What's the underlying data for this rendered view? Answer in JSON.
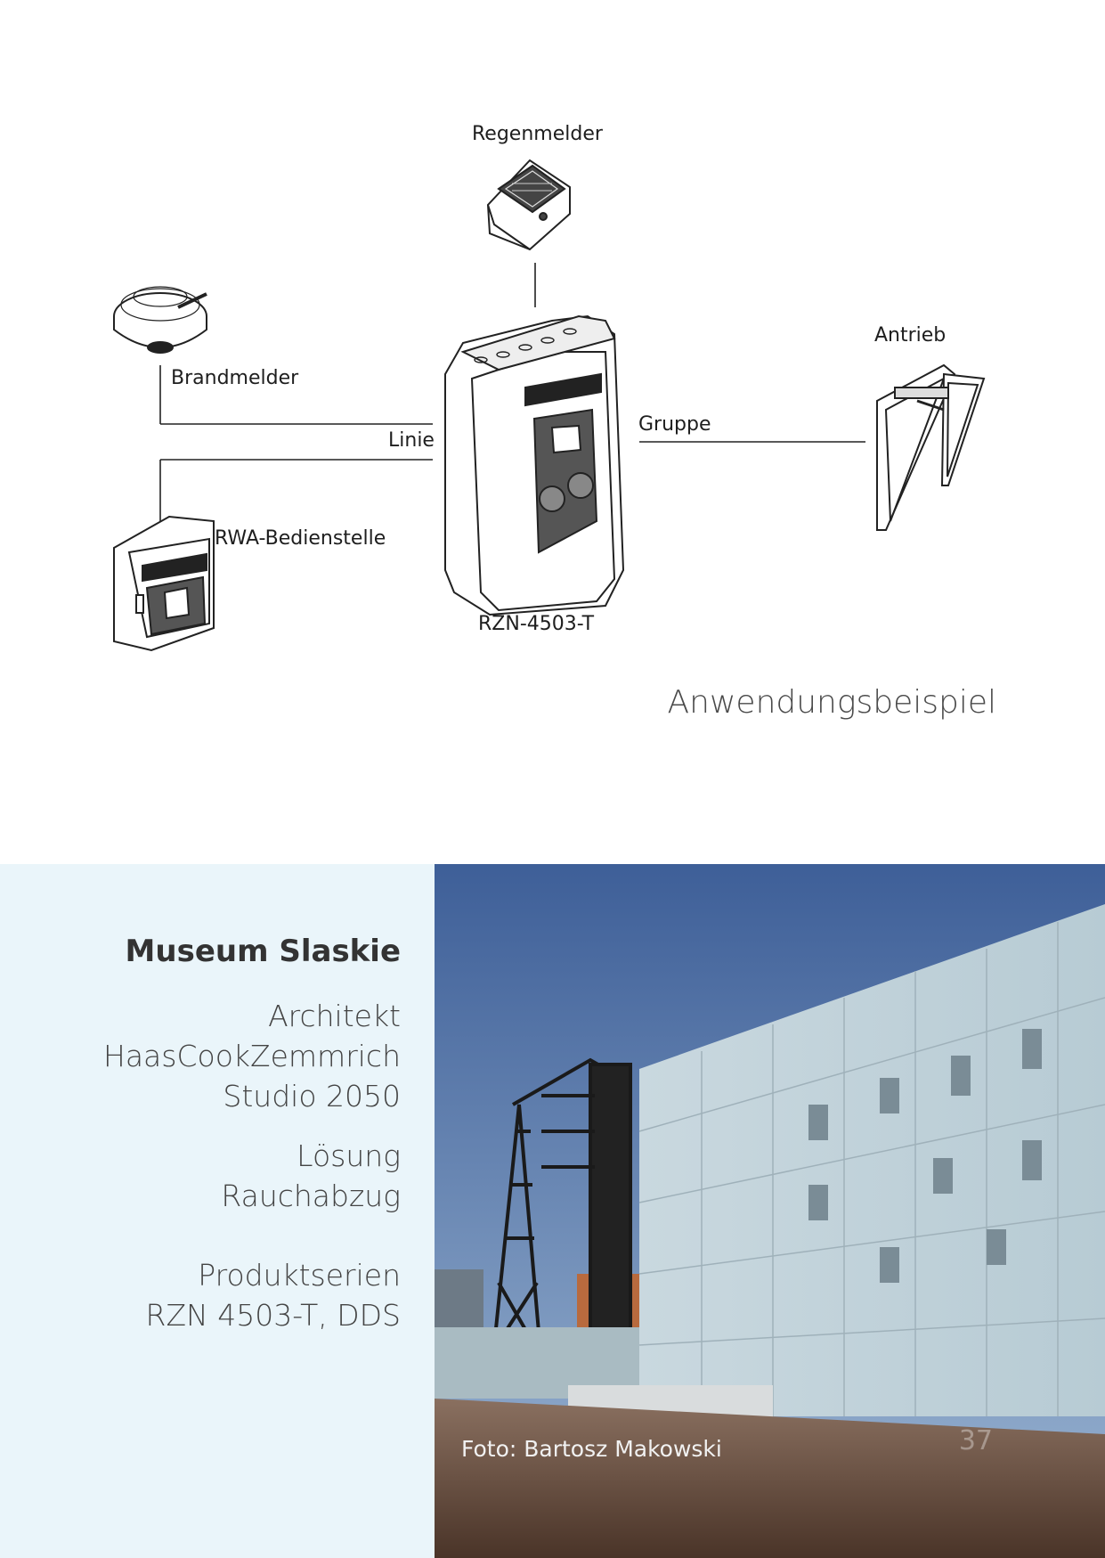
{
  "diagram": {
    "labels": {
      "rain_sensor": "Regenmelder",
      "smoke_detector": "Brandmelder",
      "actuator": "Antrieb",
      "group": "Gruppe",
      "line": "Linie",
      "control_station": "RWA-Bedienstelle",
      "control_unit": "RZN-4503-T"
    },
    "caption": "Anwendungsbeispiel"
  },
  "project": {
    "title": "Museum Slaskie",
    "architect_heading": "Architekt",
    "architect_line1": "HaasCookZemmrich",
    "architect_line2": "Studio 2050",
    "solution_heading": "Lösung",
    "solution_value": "Rauchabzug",
    "products_heading": "Produktserien",
    "products_value": "RZN 4503-T, DDS"
  },
  "photo": {
    "credit": "Foto: Bartosz Makowski",
    "page_number": "37"
  },
  "colors": {
    "panel_bg": "#eaf5fa",
    "sky": "#4a6fa8",
    "facade": "#c3d4dc"
  }
}
